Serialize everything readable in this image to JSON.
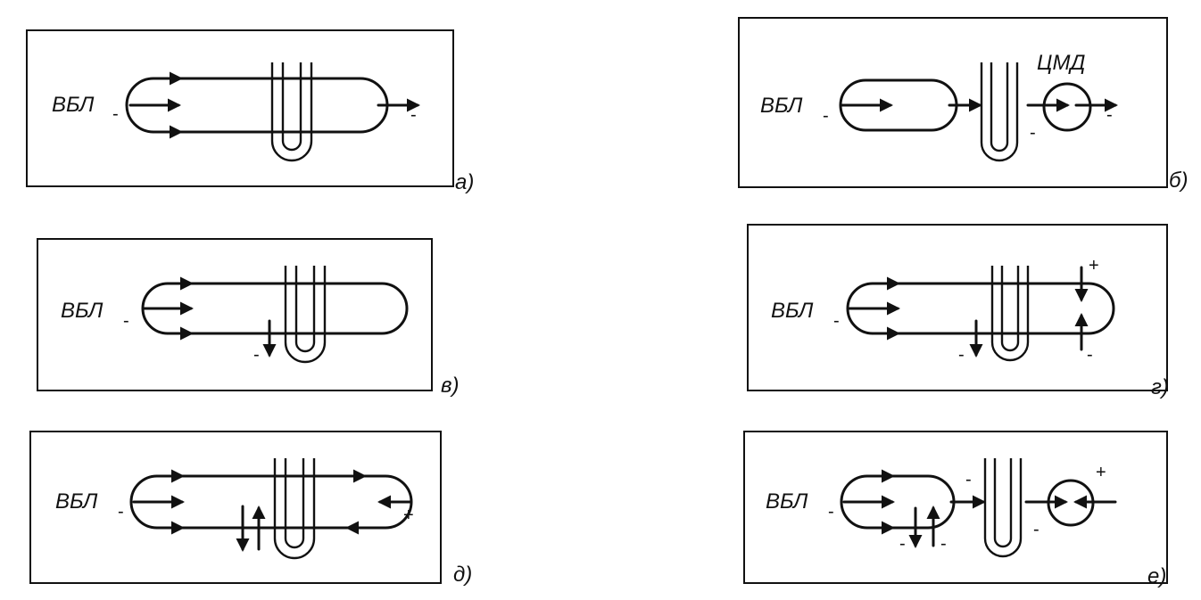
{
  "source_label": "ВБЛ",
  "bubble_label": "ЦМД",
  "minus": "-",
  "plus": "+",
  "panels": {
    "a": {
      "id": "а)"
    },
    "b": {
      "id": "б)"
    },
    "v": {
      "id": "в)"
    },
    "g": {
      "id": "г)"
    },
    "d": {
      "id": "д)"
    },
    "e": {
      "id": "е)"
    }
  }
}
